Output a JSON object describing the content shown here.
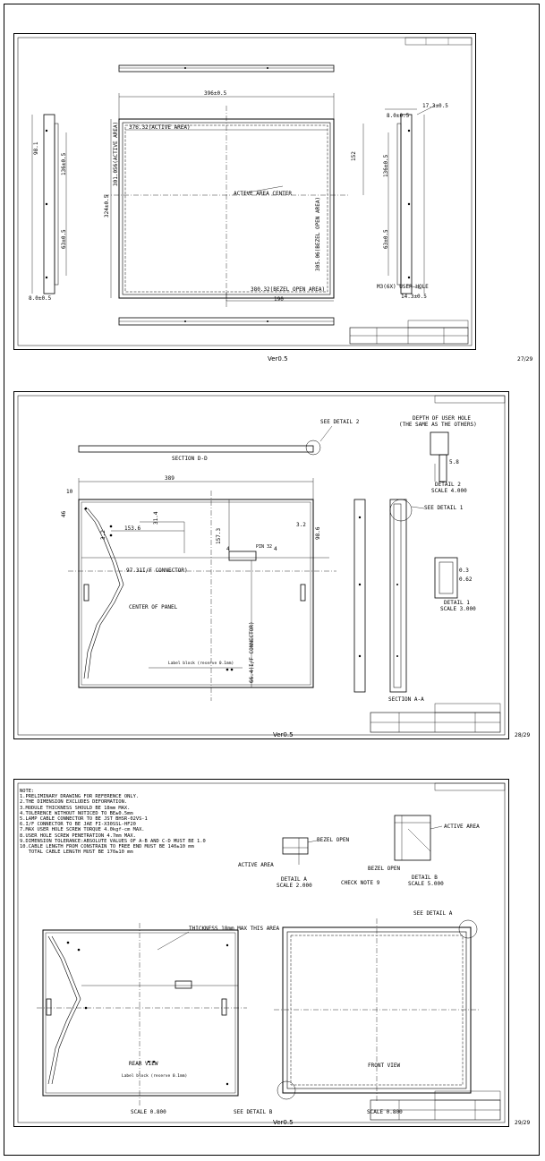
{
  "sheets": [
    {
      "version": "Ver0.5",
      "page": "27/29",
      "labels": {
        "overall_width": "396±0.5",
        "active_area": "376.32(ACTIVE AREA)",
        "active_area_v": "301.056(ACTIVE AREA)",
        "active_center": "ACTIVE AREA CENTER",
        "bezel_open": "380.32(BEZEL OPEN AREA)",
        "bezel_open_v": "305.06(BEZEL OPEN AREA)",
        "dim_190": "190",
        "dim_152": "152",
        "height": "324±0.5",
        "thk_left": "8.0±0.5",
        "thk_right": "8.0±0.5",
        "dim_17": "17.3±0.5",
        "dim_14": "14.3±0.5",
        "user_hole": "M3(6X) USER HOLE",
        "dim_l1": "98.1",
        "dim_l2": "136±0.5",
        "dim_l3": "63±0.5",
        "dim_r1": "136±0.5",
        "dim_r2": "63±0.5"
      }
    },
    {
      "version": "Ver0.5",
      "page": "28/29",
      "labels": {
        "see_detail_2": "SEE DETAIL 2",
        "depth_note": "DEPTH OF USER HOLE",
        "depth_note2": "(THE SAME AS THE OTHERS)",
        "section_dd": "SECTION D-D",
        "dim_389": "389",
        "dim_10": "10",
        "dim_46": "46",
        "dim_32": "3.2",
        "dim_1536": "153.6",
        "dim_314": "31.4",
        "dim_1573": "157.3",
        "dim_986": "98.6",
        "dim_32b": "3.2",
        "dim_4": "4",
        "dim_4b": "4",
        "pin_32": "PIN 32",
        "dim_58": "5.8",
        "detail_2": "DETAIL 2",
        "scale_4": "SCALE 4.000",
        "see_detail_1": "SEE DETAIL 1",
        "if_connector": "97.31I/F CONNECTOR)",
        "center_panel": "CENTER OF PANEL",
        "if_connector_v": "66.4(I/F CONNECTOR)",
        "label_block": "Label block (reserve 0.1mm)",
        "detail_1": "DETAIL 1",
        "scale_3": "SCALE 3.000",
        "section_aa": "SECTION A-A",
        "dim_03": "0.3",
        "dim_062": "0.62"
      }
    },
    {
      "version": "Ver0.5",
      "page": "29/29",
      "notes": "NOTE:\n1.PRELIMINARY DRAWING FOR REFERENCE ONLY.\n2.THE DIMENSION EXCLUDES DEFORMATION.\n3.MODULE THICKNESS SHOULD BE 18mm MAX.\n4.TOLERENCE WITHOUT NOTICED TO BE±0.5mm\n5.LAMP CABLE CONNECTOR TO BE JST BHSR-02VS-1\n6.I/F CONNECTOR TO BE JAE FI-X30SSL-HF20\n7.MAX USER HOLE SCREW TORQUE 4.0kgf-cm MAX.\n8.USER HOLE SCREW PENETRATION 4.7mm MAX.\n9.DIMENSION TOLERANCE:ABSOLUTE VALUES OF A-B AND C-D MUST BE 1.0\n10.CABLE LENGTH FROM CONSTRAIN TO FREE END MUST BE 140±10 mm\n   TOTAL CABLE LENGTH MUST BE 170±10 mm",
      "labels": {
        "active_area": "ACTIVE AREA",
        "bezel_open": "BEZEL OPEN",
        "active_area2": "ACTIVE AREA",
        "bezel_open2": "BEZEL OPEN",
        "detail_a": "DETAIL A",
        "scale_a": "SCALE 2.000",
        "check_note": "CHECK NOTE 9",
        "detail_b": "DETAIL B",
        "scale_b": "SCALE 5.000",
        "thickness": "THICKNESS 18mm MAX THIS AREA",
        "see_detail_a": "SEE DETAIL A",
        "rear_view": "REAR VIEW",
        "front_view": "FRONT VIEW",
        "label_block": "Label block (reserve 0.1mm)",
        "scale_rear": "SCALE 0.800",
        "see_detail_b": "SEE DETAIL B",
        "scale_front": "SCALE 0.800"
      }
    }
  ]
}
